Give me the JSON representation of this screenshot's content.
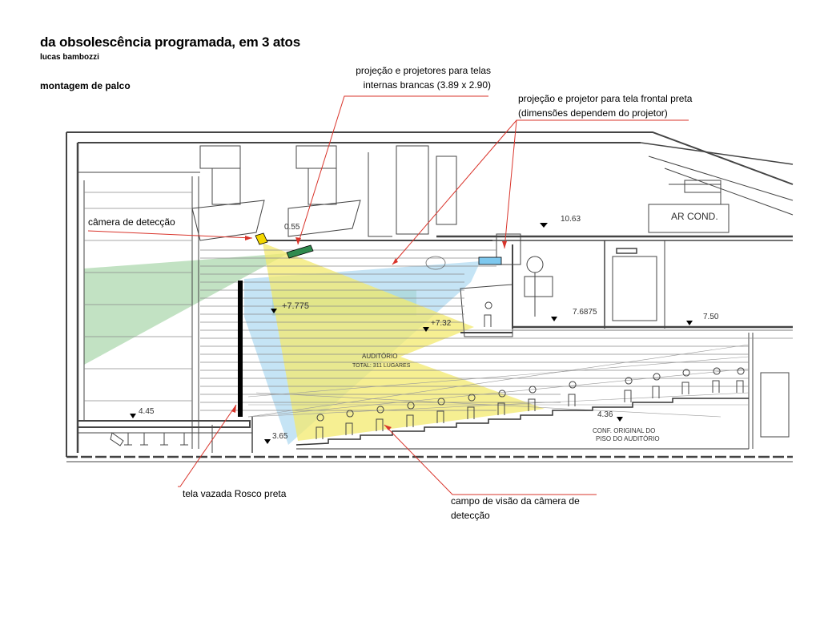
{
  "header": {
    "title": "da obsolescência programada, em 3 atos",
    "author": "lucas bambozzi",
    "subtitle": "montagem de palco"
  },
  "annotations": {
    "projectors_internal": [
      "projeção e projetores para telas",
      "internas brancas (3.89 x 2.90)"
    ],
    "projector_front": [
      "projeção e projetor para tela frontal preta",
      "(dimensões dependem do projetor)"
    ],
    "camera": "câmera de detecção",
    "screen": "tela vazada Rosco preta",
    "field_of_view": [
      "campo de visão da câmera de",
      "detecção"
    ]
  },
  "drawing_labels": {
    "lvl_1063": "10.63",
    "lvl_055": "0.55",
    "lvl_7775": "+7.775",
    "lvl_732": "+7.32",
    "lvl_76875": "7.6875",
    "lvl_750": "7.50",
    "lvl_445": "4.45",
    "lvl_365": "3.65",
    "lvl_436": "4.36",
    "ar_cond": "AR COND.",
    "auditorio": "AUDITÓRIO",
    "total": "TOTAL: 311 LUGARES",
    "conf1": "CONF. ORIGINAL DO",
    "conf2": "PISO DO AUDITÓRIO"
  },
  "colors": {
    "annotation_line": "#d9342b",
    "yellow_cone": "#f3ea6e",
    "blue_cone": "#9fd2ee",
    "green_cone": "#a8d5a9",
    "camera": "#f3d600",
    "projector": "#2f8a4e",
    "screen": "#000000"
  }
}
